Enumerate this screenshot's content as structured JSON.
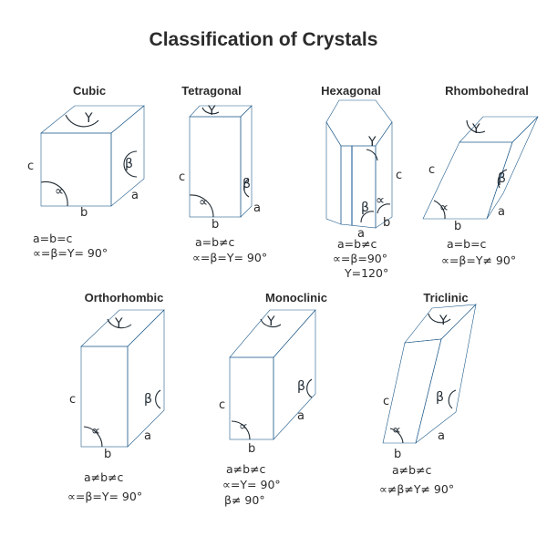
{
  "title": "Classification of Crystals",
  "colors": {
    "front_face": "#4d8fc6",
    "side_face": "#3a78b0",
    "top_face": "#78b3e2",
    "text": "#2b2b2b"
  },
  "crystals": [
    {
      "name": "Cubic",
      "edges": {
        "c": "c",
        "b": "b",
        "a": "a"
      },
      "angles": {
        "alpha": "∝",
        "beta": "β",
        "gamma": "Y"
      },
      "properties": [
        "a=b=c",
        "∝=β=Y= 90°"
      ]
    },
    {
      "name": "Tetragonal",
      "edges": {
        "c": "c",
        "b": "b",
        "a": "a"
      },
      "angles": {
        "alpha": "∝",
        "beta": "β",
        "gamma": "Y"
      },
      "properties": [
        "a=b≠c",
        "∝=β=Y= 90°"
      ]
    },
    {
      "name": "Hexagonal",
      "edges": {
        "c": "c",
        "b": "b",
        "a": "a"
      },
      "angles": {
        "alpha": "∝",
        "beta": "β",
        "gamma": "Y"
      },
      "properties": [
        "a=b≠c",
        "∝=β=90°",
        "Y=120°"
      ]
    },
    {
      "name": "Rhombohedral",
      "edges": {
        "c": "c",
        "b": "b",
        "a": "a"
      },
      "angles": {
        "alpha": "∝",
        "beta": "β",
        "gamma": "Y"
      },
      "properties": [
        "a=b=c",
        "∝=β=Y≠ 90°"
      ]
    },
    {
      "name": "Orthorhombic",
      "edges": {
        "c": "c",
        "b": "b",
        "a": "a"
      },
      "angles": {
        "alpha": "∝",
        "beta": "β",
        "gamma": "Y"
      },
      "properties": [
        "a≠b≠c",
        "∝=β=Y= 90°"
      ]
    },
    {
      "name": "Monoclinic",
      "edges": {
        "c": "c",
        "b": "b",
        "a": "a"
      },
      "angles": {
        "alpha": "∝",
        "beta": "β",
        "gamma": "Y"
      },
      "properties": [
        "a≠b≠c",
        "∝=Y= 90°",
        "β≠ 90°"
      ]
    },
    {
      "name": "Triclinic",
      "edges": {
        "c": "c",
        "b": "b",
        "a": "a"
      },
      "angles": {
        "alpha": "∝",
        "beta": "β",
        "gamma": "Y"
      },
      "properties": [
        "a≠b≠c",
        "∝≠β≠Y≠ 90°"
      ]
    }
  ]
}
